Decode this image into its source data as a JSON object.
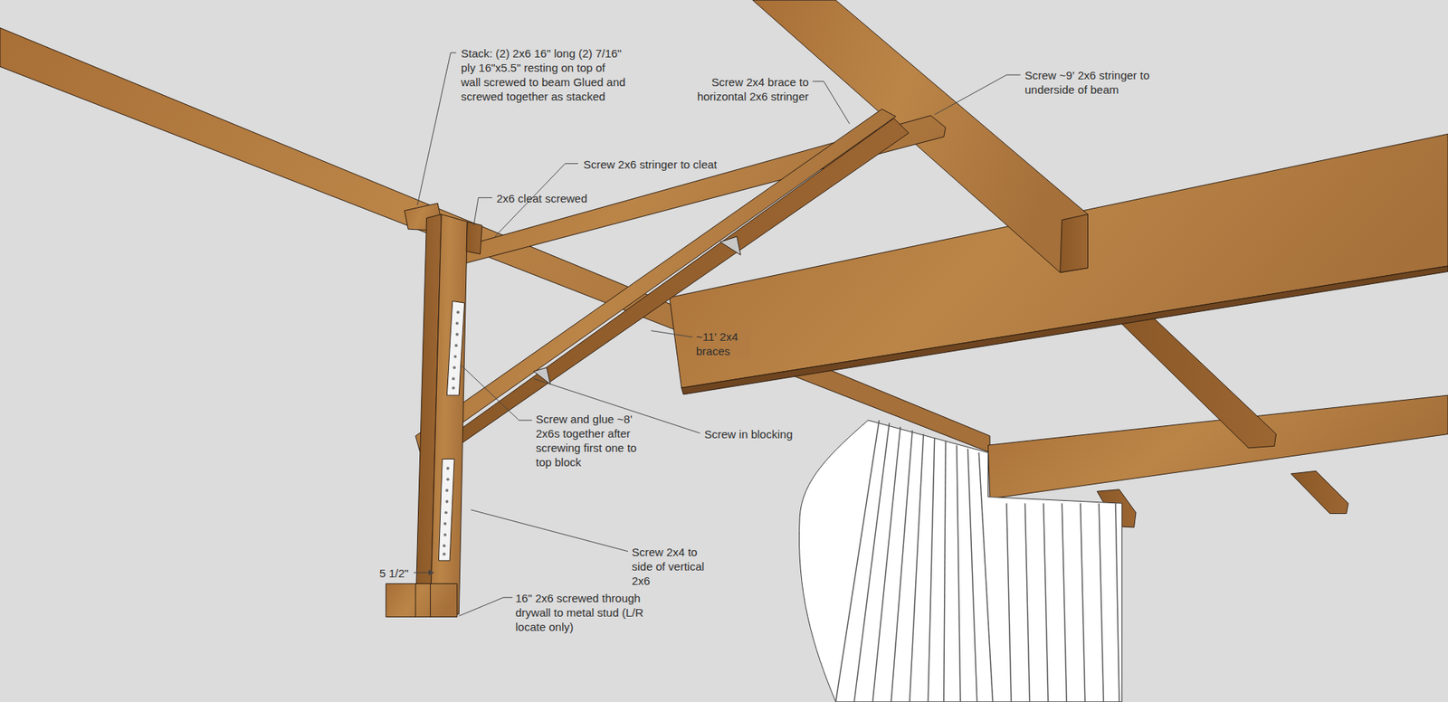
{
  "diagram": {
    "labels": [
      "Stack: (2) 2x6 16\" long (2) 7/16\" ply 16\"x5.5\" resting on top of wall screwed to beam Glued and screwed together as stacked",
      "Screw 2x6 stringer to cleat",
      "2x6 cleat screwed",
      "Screw 2x4 brace to horizontal 2x6 stringer",
      "Screw ~9' 2x6 stringer to underside of beam",
      "~11' 2x4 braces",
      "Screw and glue ~8' 2x6s together after screwing first one to top block",
      "Screw in blocking",
      "Screw 2x4 to side of vertical 2x6",
      "5 1/2\"",
      "16\" 2x6 screwed through drywall to metal stud (L/R locate only)"
    ]
  }
}
